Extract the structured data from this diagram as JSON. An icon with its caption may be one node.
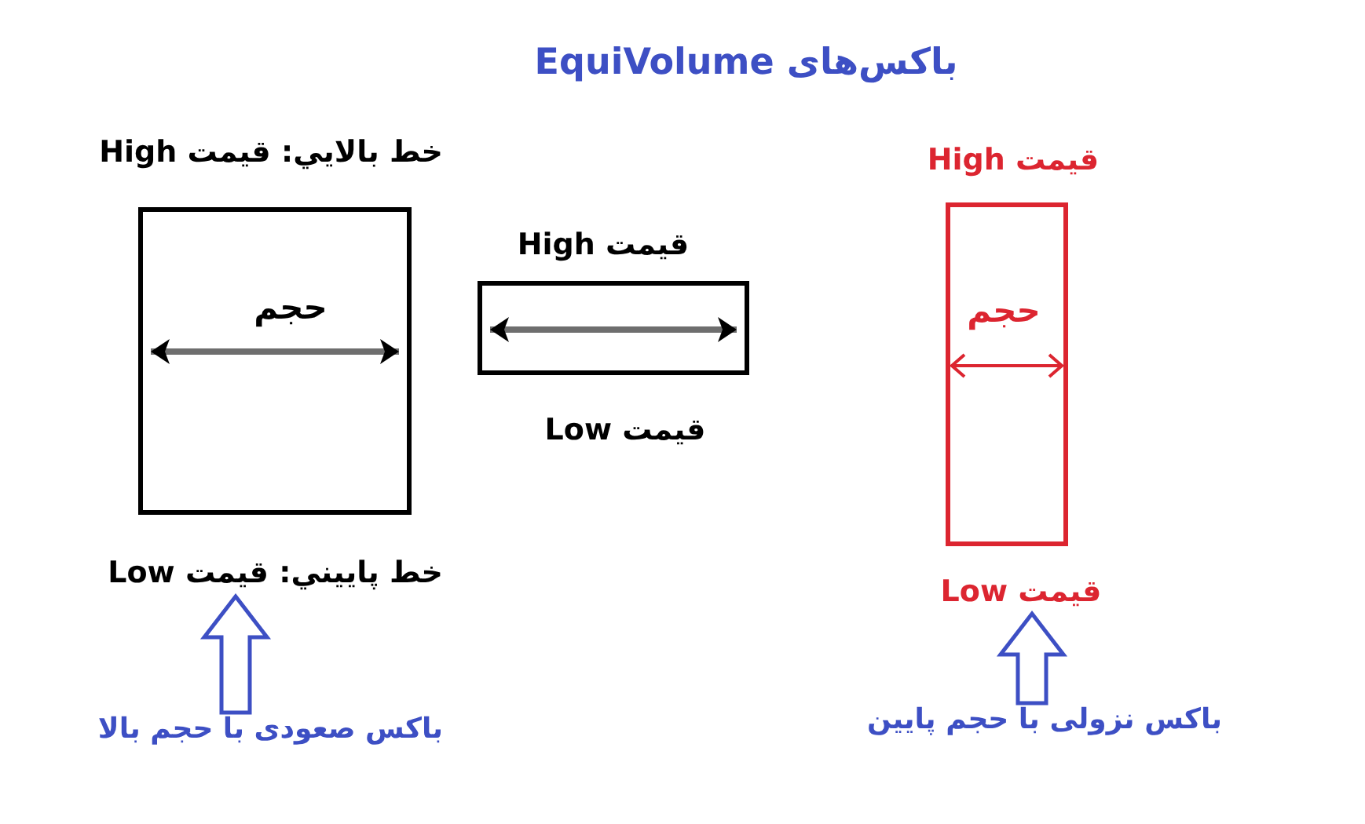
{
  "diagram": {
    "title": "باکس‌های EquiVolume",
    "nodes": [
      {
        "text": [
          "حجم"
        ],
        "beside": [
          "خط بالايي: قيمت High",
          "خط پاييني: قيمت Low"
        ]
      },
      {
        "text": [],
        "shape": "box",
        "beside": [
          "قيمت High",
          "قيمت Low"
        ]
      },
      {
        "text": [
          "حجم"
        ],
        "beside": [
          "قیمت High",
          "قیمت Low"
        ]
      },
      {
        "text": [
          "باکس صعودی با حجم بالا"
        ]
      },
      {
        "text": [
          "باکس نزولی با حجم پایین"
        ]
      }
    ],
    "edges": [
      {
        "from": 3,
        "to": 0,
        "arrow": "to"
      },
      {
        "from": 4,
        "to": 2,
        "arrow": "to"
      }
    ]
  }
}
